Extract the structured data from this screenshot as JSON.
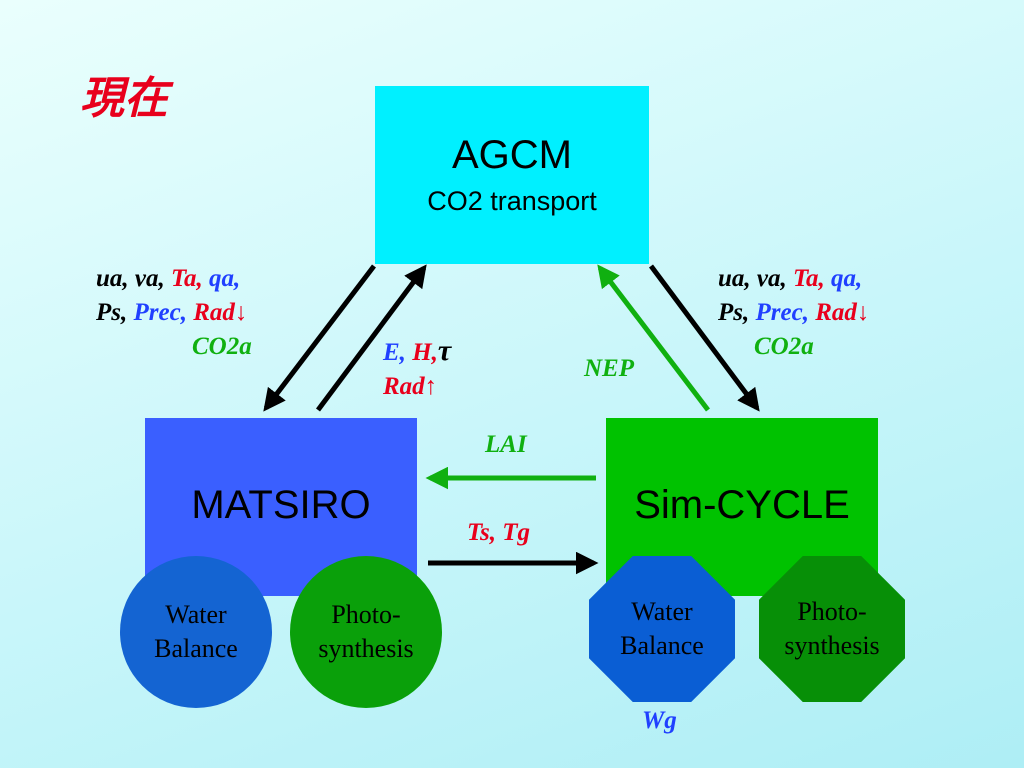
{
  "title": "現在",
  "colors": {
    "agcm": "#00f0ff",
    "matsiro": "#3a5fff",
    "simcycle": "#00c200",
    "water_left": "#1464d2",
    "photo_left": "#0aa00a",
    "water_right": "#0a5ed4",
    "photo_right": "#078f07",
    "red": "#e8001c",
    "blue": "#2040ff",
    "green": "#10b010",
    "black": "#000000"
  },
  "agcm": {
    "name": "AGCM",
    "sub": "CO2 transport"
  },
  "matsiro": {
    "name": "MATSIRO"
  },
  "simcycle": {
    "name": "Sim-CYCLE"
  },
  "left_nodes": {
    "water_1": "Water",
    "water_2": "Balance",
    "photo_1": "Photo-",
    "photo_2": "synthesis"
  },
  "right_nodes": {
    "water_1": "Water",
    "water_2": "Balance",
    "photo_1": "Photo-",
    "photo_2": "synthesis"
  },
  "labels": {
    "left_forcing": {
      "ua": "ua,",
      "va": "va,",
      "ta": "Ta,",
      "qa": "qa,",
      "ps": "Ps,",
      "prec": "Prec,",
      "rad": "Rad↓",
      "co2a": "CO2a"
    },
    "right_forcing": {
      "ua": "ua,",
      "va": "va,",
      "ta": "Ta,",
      "qa": "qa,",
      "ps": "Ps,",
      "prec": "Prec,",
      "rad": "Rad↓",
      "co2a": "CO2a"
    },
    "flux": {
      "e": "E,",
      "h": "H,",
      "tau": "τ",
      "rad_up": "Rad↑"
    },
    "nep": "NEP",
    "lai": "LAI",
    "tstg": "Ts, Tg",
    "wg": "Wg"
  }
}
